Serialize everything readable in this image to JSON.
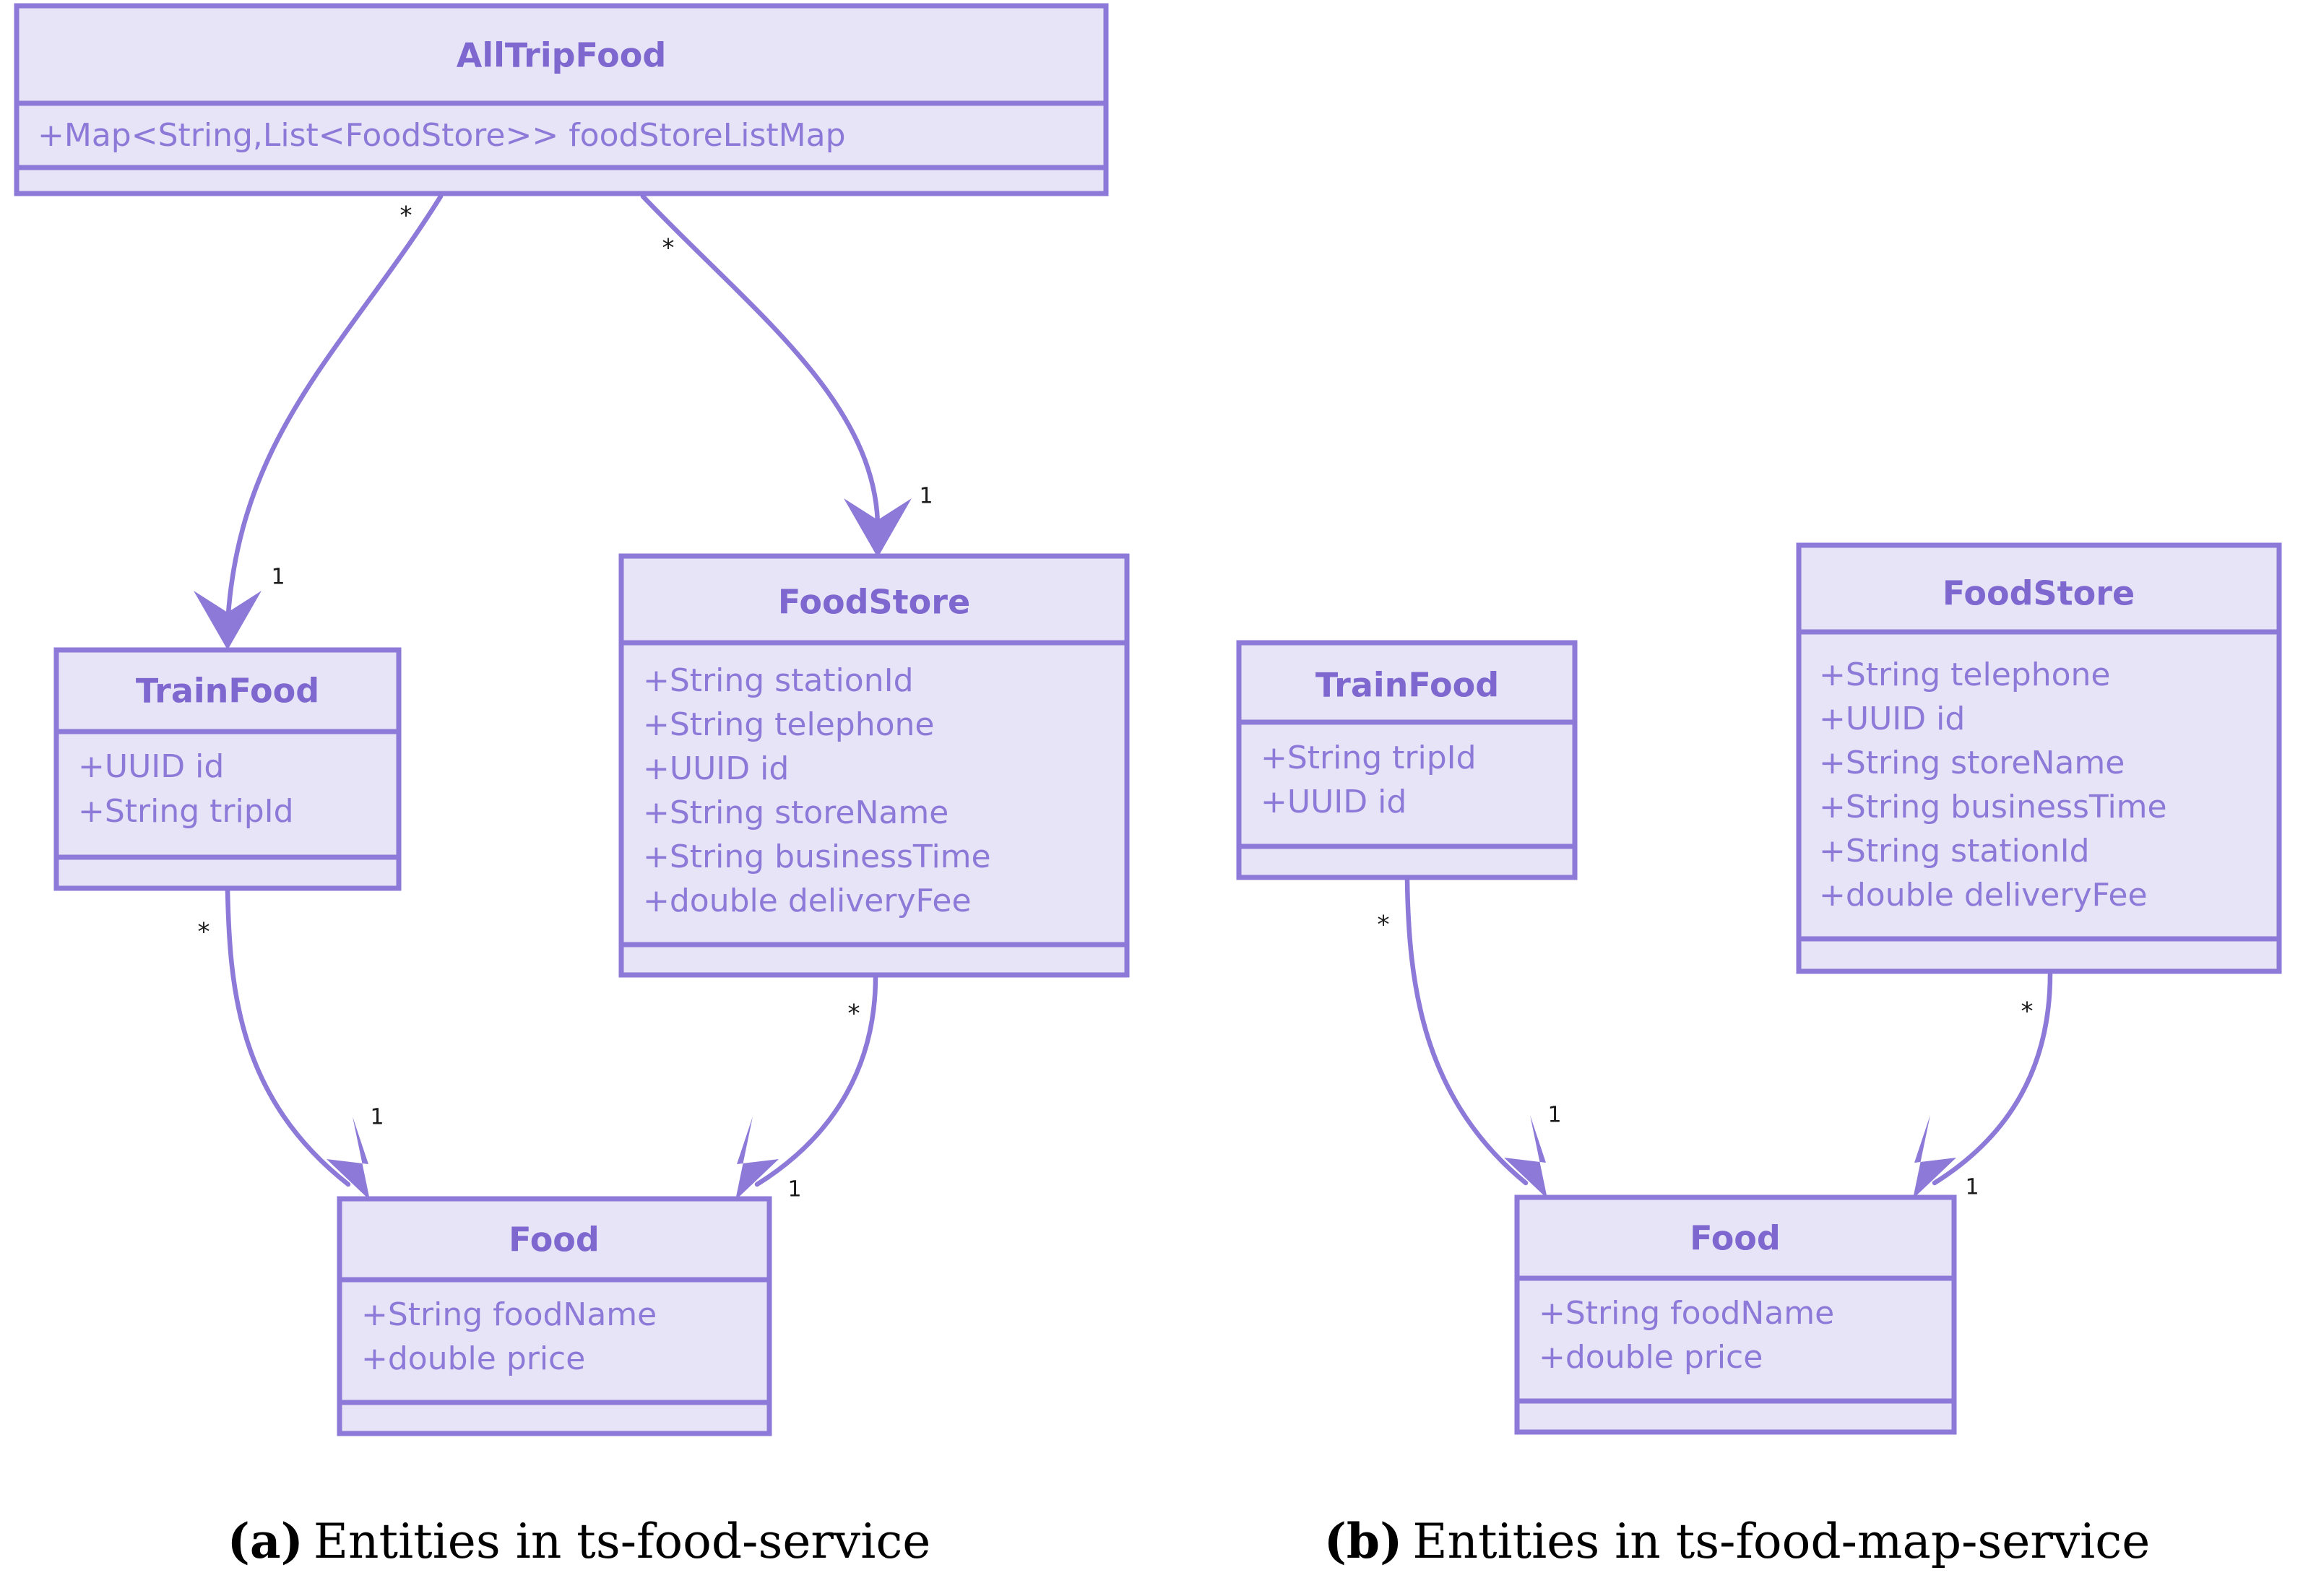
{
  "diagram": {
    "kind": "uml-class-diagram",
    "colors": {
      "box_fill": "#e6e4f6",
      "box_stroke": "#8d79d8",
      "title_text": "#7e68d0",
      "attribute_text": "#8d79d8",
      "edge": "#8d79d8",
      "multiplicity_text": "#1a1a1a",
      "caption_text": "#000000",
      "background": "#ffffff"
    },
    "panels": [
      {
        "id": "panel-a",
        "caption_tag": "(a)",
        "caption_text": "Entities in ts-food-service",
        "classes": [
          {
            "id": "a-alltripfood",
            "name": "AllTripFood",
            "attributes": [
              "+Map<String,List<FoodStore>> foodStoreListMap"
            ],
            "methods": []
          },
          {
            "id": "a-trainfood",
            "name": "TrainFood",
            "attributes": [
              "+UUID id",
              "+String tripId"
            ],
            "methods": []
          },
          {
            "id": "a-foodstore",
            "name": "FoodStore",
            "attributes": [
              "+String stationId",
              "+String telephone",
              "+UUID id",
              "+String storeName",
              "+String businessTime",
              "+double deliveryFee"
            ],
            "methods": []
          },
          {
            "id": "a-food",
            "name": "Food",
            "attributes": [
              "+String foodName",
              "+double price"
            ],
            "methods": []
          }
        ],
        "associations": [
          {
            "from": "a-alltripfood",
            "to": "a-trainfood",
            "source_multiplicity": "*",
            "target_multiplicity": "1"
          },
          {
            "from": "a-alltripfood",
            "to": "a-foodstore",
            "source_multiplicity": "*",
            "target_multiplicity": "1"
          },
          {
            "from": "a-trainfood",
            "to": "a-food",
            "source_multiplicity": "*",
            "target_multiplicity": "1"
          },
          {
            "from": "a-foodstore",
            "to": "a-food",
            "source_multiplicity": "*",
            "target_multiplicity": "1"
          }
        ]
      },
      {
        "id": "panel-b",
        "caption_tag": "(b)",
        "caption_text": "Entities in ts-food-map-service",
        "classes": [
          {
            "id": "b-trainfood",
            "name": "TrainFood",
            "attributes": [
              "+String tripId",
              "+UUID id"
            ],
            "methods": []
          },
          {
            "id": "b-foodstore",
            "name": "FoodStore",
            "attributes": [
              "+String telephone",
              "+UUID id",
              "+String storeName",
              "+String businessTime",
              "+String stationId",
              "+double deliveryFee"
            ],
            "methods": []
          },
          {
            "id": "b-food",
            "name": "Food",
            "attributes": [
              "+String foodName",
              "+double price"
            ],
            "methods": []
          }
        ],
        "associations": [
          {
            "from": "b-trainfood",
            "to": "b-food",
            "source_multiplicity": "*",
            "target_multiplicity": "1"
          },
          {
            "from": "b-foodstore",
            "to": "b-food",
            "source_multiplicity": "*",
            "target_multiplicity": "1"
          }
        ]
      }
    ]
  }
}
